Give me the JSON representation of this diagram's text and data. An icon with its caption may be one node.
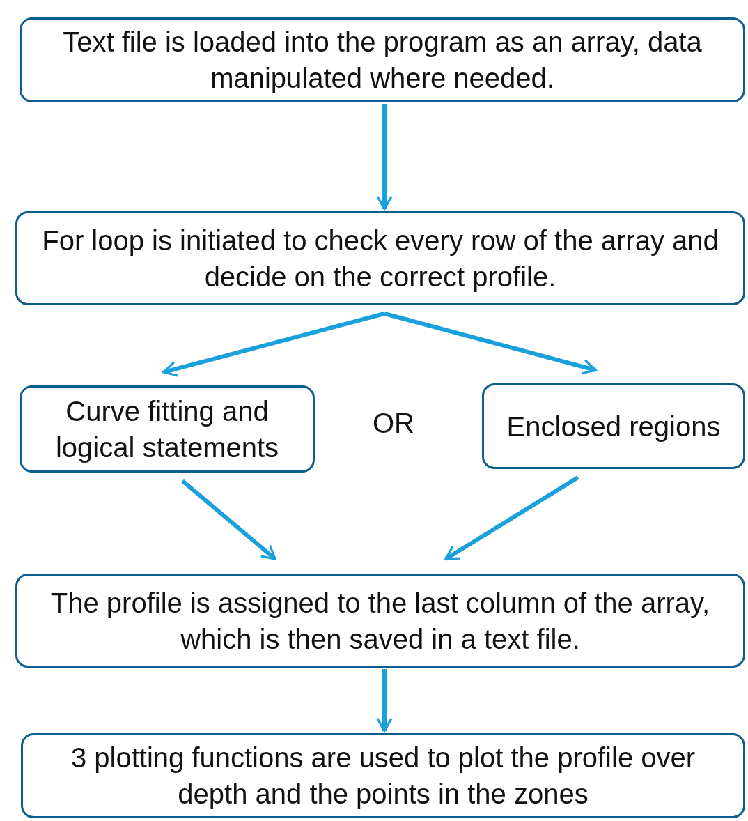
{
  "diagram": {
    "nodes": [
      {
        "text": [
          "Text file is loaded into the program as an array, data manipulated where needed."
        ]
      },
      {
        "text": [
          "For loop is initiated to check every row of the array and decide on the correct profile."
        ]
      },
      {
        "text": [
          "Curve fitting and logical statements"
        ]
      },
      {
        "text": [
          "Enclosed regions"
        ]
      },
      {
        "text": [
          "The profile is assigned to the last column of the array, which is then saved in a text file."
        ]
      },
      {
        "text": [
          "3 plotting functions are used to plot the profile over depth and the points in the zones"
        ]
      }
    ],
    "edges": [
      {
        "from": 0,
        "to": 1,
        "arrow": "to"
      },
      {
        "from": 1,
        "to": 2,
        "arrow": "to"
      },
      {
        "from": 1,
        "to": 3,
        "arrow": "to"
      },
      {
        "from": 2,
        "to": 4,
        "arrow": "to"
      },
      {
        "from": 3,
        "to": 4,
        "arrow": "to"
      },
      {
        "from": 4,
        "to": 5,
        "arrow": "to"
      }
    ],
    "labels": [
      "OR"
    ]
  }
}
